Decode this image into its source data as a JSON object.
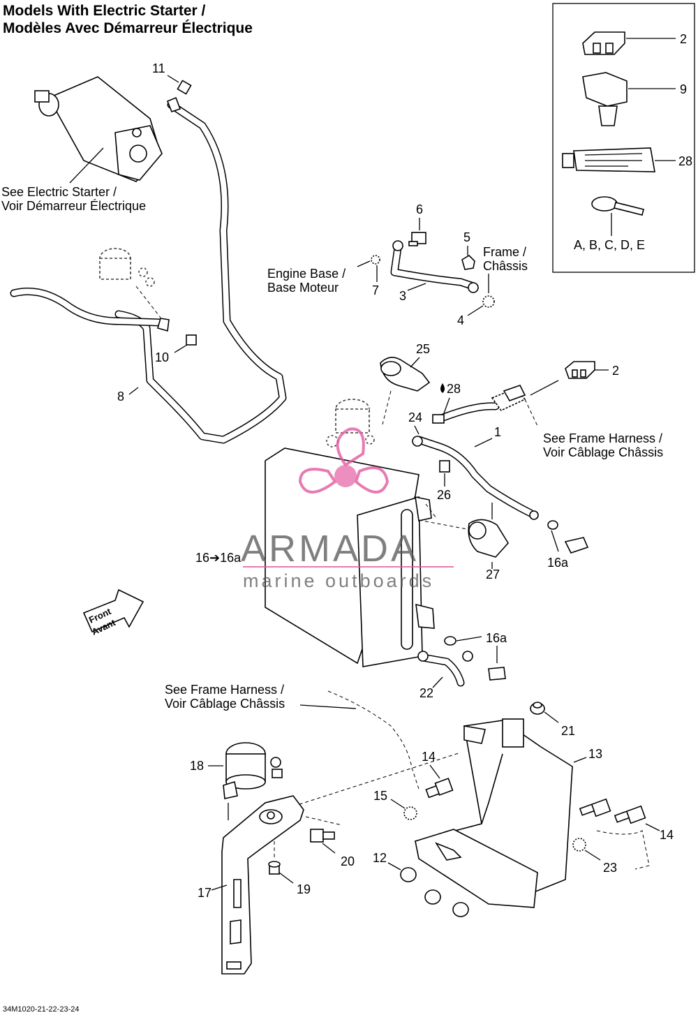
{
  "title_line1": "Models With Electric Starter /",
  "title_line2": "Modèles Avec Démarreur Électrique",
  "notes": {
    "starter_1": "See Electric Starter /",
    "starter_2": "Voir Démarreur Électrique",
    "engine_1": "Engine Base /",
    "engine_2": "Base Moteur",
    "frame_1": "Frame /",
    "frame_2": "Châssis",
    "harness1_1": "See Frame Harness /",
    "harness1_2": "Voir Câblage Châssis",
    "harness2_1": "See Frame Harness /",
    "harness2_2": "Voir Câblage Châssis",
    "battery": "16➔16a",
    "front_1": "Front",
    "front_2": "Avant"
  },
  "inset_labels": {
    "l2": "2",
    "l9": "9",
    "l28": "28",
    "ties": "A, B, C, D, E"
  },
  "callouts": {
    "c11": "11",
    "c6": "6",
    "c5": "5",
    "c7": "7",
    "c3": "3",
    "c4": "4",
    "c10": "10",
    "c8": "8",
    "c25": "25",
    "c28": "28",
    "c2": "2",
    "c24": "24",
    "c1": "1",
    "c26": "26",
    "c16a_1": "16a",
    "c27": "27",
    "c16a_2": "16a",
    "c22": "22",
    "c21": "21",
    "c13": "13",
    "c18": "18",
    "c14_1": "14",
    "c15": "15",
    "c14_2": "14",
    "c20": "20",
    "c12": "12",
    "c23": "23",
    "c19": "19",
    "c17": "17"
  },
  "watermark": {
    "brand": "ARMADA",
    "tagline": "marine outboards",
    "accent": "#e35aa0"
  },
  "figure_code": "34M1020-21-22-23-24"
}
